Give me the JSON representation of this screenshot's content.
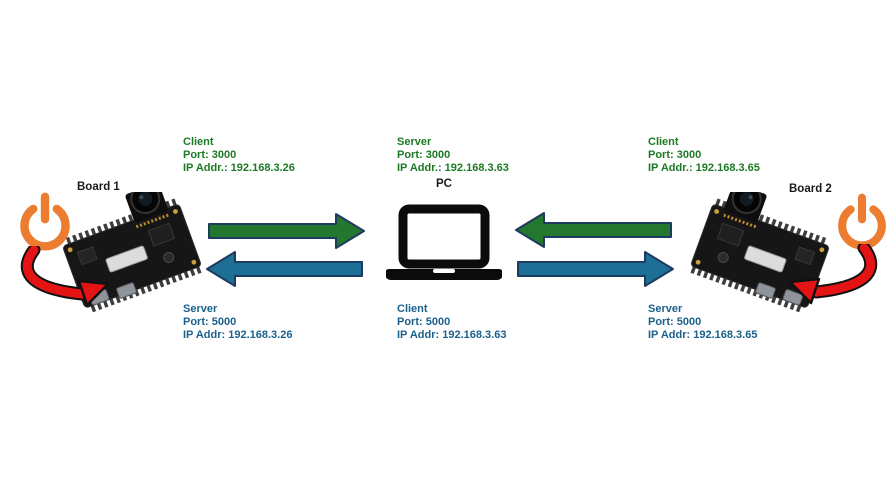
{
  "nodes": {
    "board1": {
      "label": "Board 1"
    },
    "board2": {
      "label": "Board 2"
    },
    "pc": {
      "label": "PC"
    }
  },
  "endpoints": {
    "board1_client": {
      "role": "Client",
      "port": "Port: 3000",
      "ip": "IP Addr.: 192.168.3.26"
    },
    "pc_server": {
      "role": "Server",
      "port": "Port: 3000",
      "ip": "IP Addr.: 192.168.3.63"
    },
    "board2_client": {
      "role": "Client",
      "port": "Port: 3000",
      "ip": "IP Addr.: 192.168.3.65"
    },
    "board1_server": {
      "role": "Server",
      "port": "Port: 5000",
      "ip": "IP Addr: 192.168.3.26"
    },
    "pc_client": {
      "role": "Client",
      "port": "Port: 5000",
      "ip": "IP Addr: 192.168.3.63"
    },
    "board2_server": {
      "role": "Server",
      "port": "Port: 5000",
      "ip": "IP Addr: 192.168.3.65"
    }
  },
  "connections": [
    {
      "from": "Board 1",
      "to": "PC",
      "color_name": "green",
      "direction": "right"
    },
    {
      "from": "PC",
      "to": "Board 1",
      "color_name": "blue",
      "direction": "left"
    },
    {
      "from": "Board 2",
      "to": "PC",
      "color_name": "green",
      "direction": "left"
    },
    {
      "from": "PC",
      "to": "Board 2",
      "color_name": "blue",
      "direction": "right"
    }
  ],
  "icons": {
    "power": "power-icon",
    "reset": "curved-arrow-icon",
    "pc": "laptop-icon",
    "board": "camera-board-image"
  },
  "colors": {
    "client_green": "#1c7a23",
    "server_blue": "#1b618c",
    "arrow_green": "#24772e",
    "arrow_blue": "#1e6f96",
    "arrow_outline": "#1d3a5f",
    "power_orange": "#ec7c30",
    "reset_red": "#e41414",
    "label_black": "#1a1a1a"
  }
}
